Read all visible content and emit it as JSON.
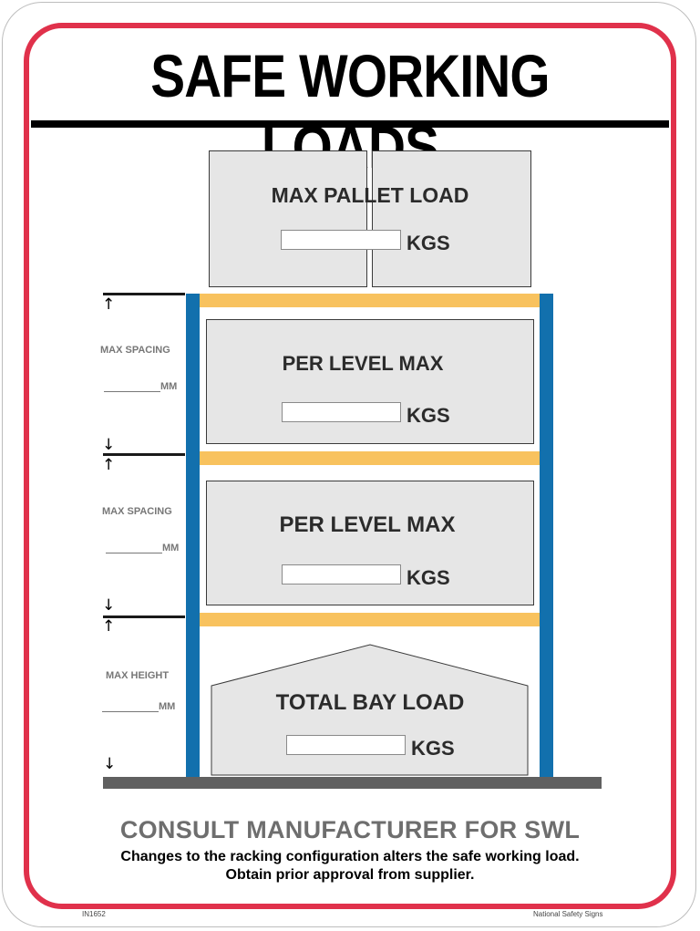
{
  "sign": {
    "title": "SAFE WORKING LOADS",
    "colors": {
      "border": "#e0314b",
      "upright": "#1270ad",
      "beam": "#f8c25e",
      "floor": "#606060",
      "box": "#e6e6e6"
    },
    "pallet": {
      "label": "MAX PALLET LOAD",
      "unit": "KGS",
      "value": ""
    },
    "levels": [
      {
        "label": "PER LEVEL MAX",
        "unit": "KGS",
        "value": ""
      },
      {
        "label": "PER LEVEL MAX",
        "unit": "KGS",
        "value": ""
      }
    ],
    "bay": {
      "label": "TOTAL BAY LOAD",
      "unit": "KGS",
      "value": ""
    },
    "dimensions": [
      {
        "caption": "MAX SPACING",
        "unit": "MM",
        "value": ""
      },
      {
        "caption": "MAX SPACING",
        "unit": "MM",
        "value": ""
      },
      {
        "caption": "MAX HEIGHT",
        "unit": "MM",
        "value": ""
      }
    ],
    "arrow_up": "↑",
    "arrow_down": "↓",
    "consult": "CONSULT MANUFACTURER FOR SWL",
    "note_line1": "Changes to the racking configuration alters the safe working load.",
    "note_line2": "Obtain prior approval from supplier.",
    "footer_code": "IN1652",
    "footer_brand": "National Safety Signs"
  }
}
